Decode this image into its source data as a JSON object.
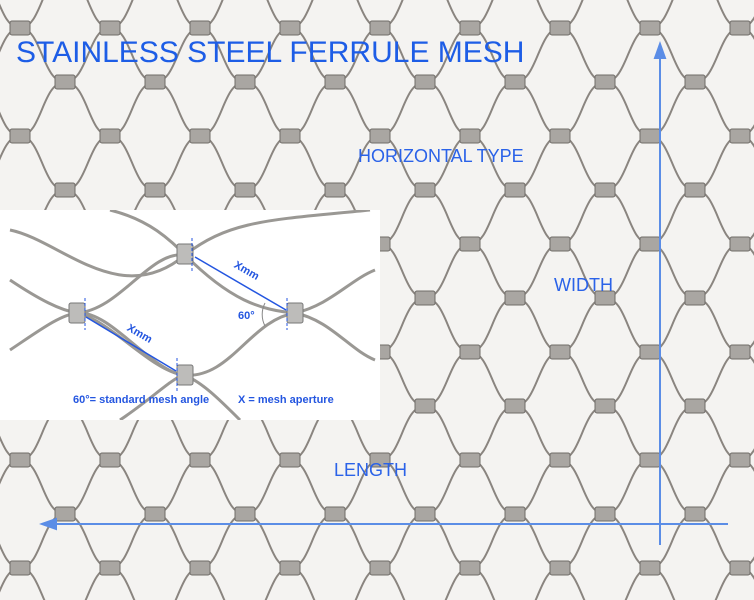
{
  "title": "STAINLESS STEEL FERRULE MESH",
  "labels": {
    "horizontal_type": "HORIZONTAL TYPE",
    "width": "WIDTH",
    "length": "LENGTH"
  },
  "inset": {
    "xmm_1": "Xmm",
    "xmm_2": "Xmm",
    "angle": "60°",
    "angle_note": "60°= standard mesh angle",
    "aperture_note": "X = mesh aperture"
  },
  "colors": {
    "accent": "#2a62e8",
    "arrow": "#5b8de6",
    "wire": "#8a8580"
  }
}
